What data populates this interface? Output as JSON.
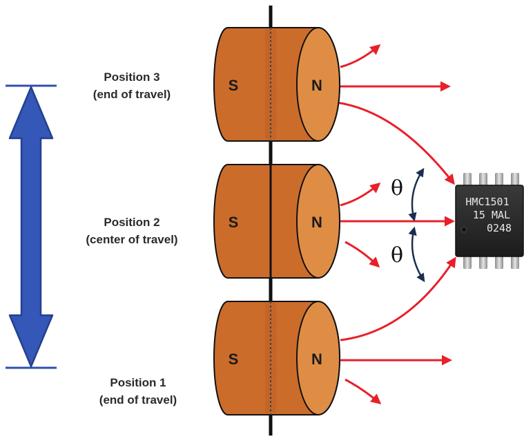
{
  "positions": [
    {
      "name": "Position 3",
      "note": "(end of travel)"
    },
    {
      "name": "Position 2",
      "note": "(center of travel)"
    },
    {
      "name": "Position 1",
      "note": "(end of travel)"
    }
  ],
  "magnet": {
    "south_label": "S",
    "north_label": "N"
  },
  "angle_symbol": "θ",
  "chip": {
    "lines": [
      "HMC1501",
      "15 MAL",
      "0248"
    ]
  },
  "colors": {
    "magnet_body": "#cc6c2b",
    "magnet_face": "#df8d45",
    "field_arrow": "#e8202a",
    "travel_arrow": "#2f4fb0",
    "angle_arc": "#1c2e4e",
    "chip_body": "#262626"
  }
}
